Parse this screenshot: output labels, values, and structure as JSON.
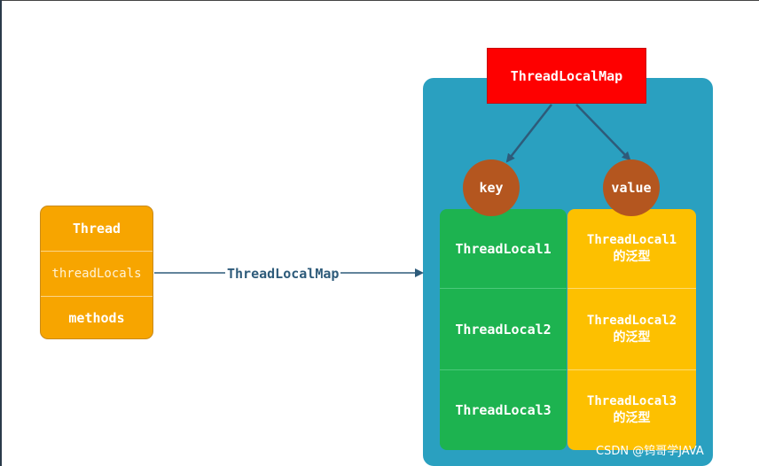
{
  "thread": {
    "title": "Thread",
    "field": "threadLocals",
    "methods": "methods"
  },
  "edge_label": "ThreadLocalMap",
  "map": {
    "title": "ThreadLocalMap",
    "key_label": "key",
    "value_label": "value",
    "entries": [
      {
        "key": "ThreadLocal1",
        "value_line1": "ThreadLocal1",
        "value_line2": "的泛型"
      },
      {
        "key": "ThreadLocal2",
        "value_line1": "ThreadLocal2",
        "value_line2": "的泛型"
      },
      {
        "key": "ThreadLocal3",
        "value_line1": "ThreadLocal3",
        "value_line2": "的泛型"
      }
    ]
  },
  "watermark": "CSDN @钨哥学JAVA",
  "colors": {
    "thread_box": "#f7a500",
    "map_panel": "#2aa0c0",
    "map_title": "#fe0000",
    "key_column": "#1db350",
    "value_column": "#fdc000",
    "circles": "#b4561f",
    "connector": "#2e5b7a"
  }
}
